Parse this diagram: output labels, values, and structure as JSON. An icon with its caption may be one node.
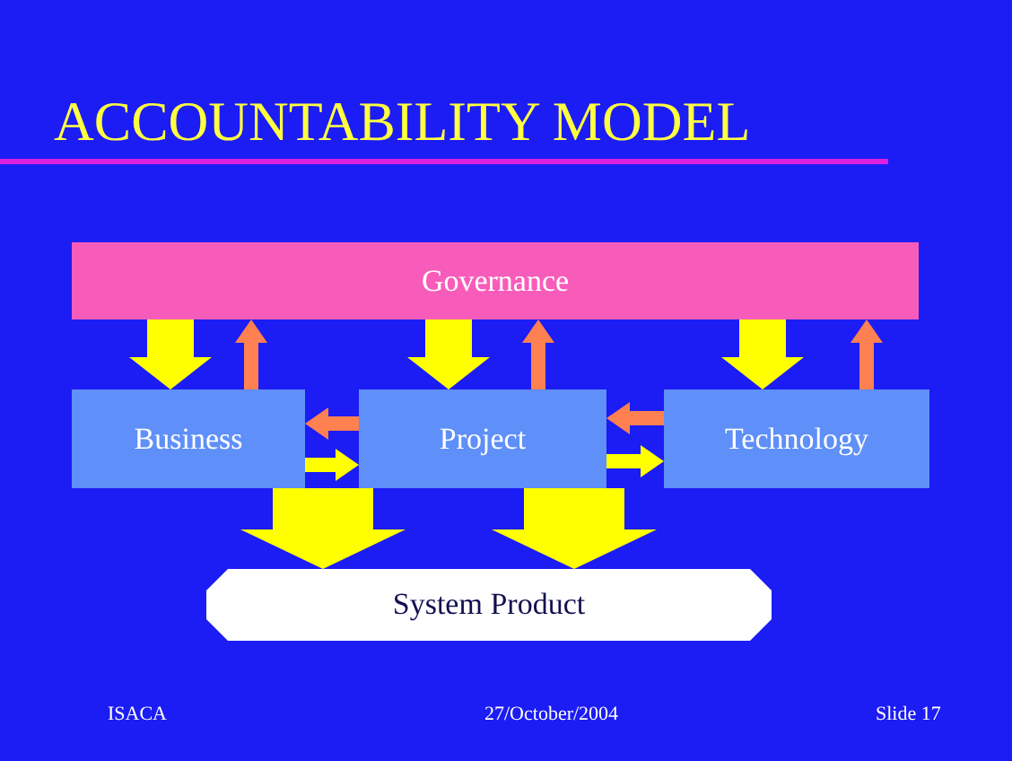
{
  "diagram": {
    "title": "ACCOUNTABILITY MODEL",
    "nodes": [
      {
        "text": [
          "Governance"
        ]
      },
      {
        "text": [
          "Business"
        ]
      },
      {
        "text": [
          "Project"
        ]
      },
      {
        "text": [
          "Technology"
        ]
      },
      {
        "text": [
          "System Product"
        ]
      }
    ],
    "edges": [
      {
        "from": 0,
        "to": 1,
        "arrow": "to",
        "style": "thick"
      },
      {
        "from": 1,
        "to": 0,
        "arrow": "to",
        "color": "#ff8050"
      },
      {
        "from": 0,
        "to": 2,
        "arrow": "to",
        "style": "thick"
      },
      {
        "from": 2,
        "to": 0,
        "arrow": "to",
        "color": "#ff8050"
      },
      {
        "from": 0,
        "to": 3,
        "arrow": "to",
        "style": "thick"
      },
      {
        "from": 3,
        "to": 0,
        "arrow": "to",
        "color": "#ff8050"
      },
      {
        "from": 2,
        "to": 1,
        "arrow": "to",
        "color": "#ff8050"
      },
      {
        "from": 1,
        "to": 2,
        "arrow": "to"
      },
      {
        "from": 3,
        "to": 2,
        "arrow": "to",
        "color": "#ff8050"
      },
      {
        "from": 2,
        "to": 3,
        "arrow": "to"
      },
      {
        "from": 1,
        "to": 4,
        "arrow": "to",
        "style": "thick"
      },
      {
        "from": 2,
        "to": 4,
        "arrow": "to",
        "style": "thick"
      }
    ],
    "labels": [
      "ISACA",
      "27/October/2004",
      "Slide 17"
    ]
  }
}
